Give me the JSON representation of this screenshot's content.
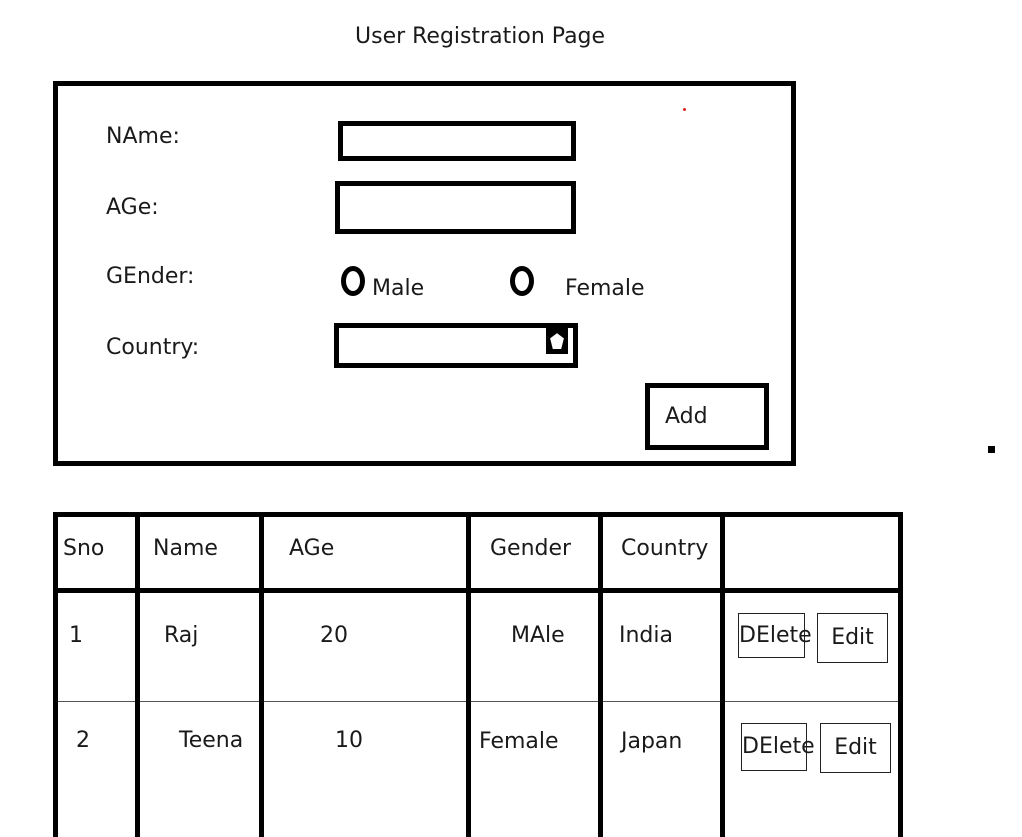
{
  "page": {
    "title": "User Registration Page"
  },
  "form": {
    "name_label": "NAme:",
    "age_label": "AGe:",
    "gender_label": "GEnder:",
    "country_label": "Country:",
    "gender_options": [
      "Male",
      "Female"
    ],
    "add_label": "Add"
  },
  "table": {
    "headers": [
      "Sno",
      "Name",
      "AGe",
      "Gender",
      "Country",
      ""
    ],
    "rows": [
      {
        "sno": "1",
        "name": "Raj",
        "age": "20",
        "gender": "MAle",
        "country": "India",
        "delete": "DElete",
        "edit": "Edit"
      },
      {
        "sno": "2",
        "name": "Teena",
        "age": "10",
        "gender": "Female",
        "country": "Japan",
        "delete": "DElete",
        "edit": "Edit"
      }
    ]
  },
  "icons": {
    "country_dropdown": "dropdown-arrow-icon"
  },
  "colors": {
    "ink": "#000000",
    "red_dot": "#e0201f"
  }
}
